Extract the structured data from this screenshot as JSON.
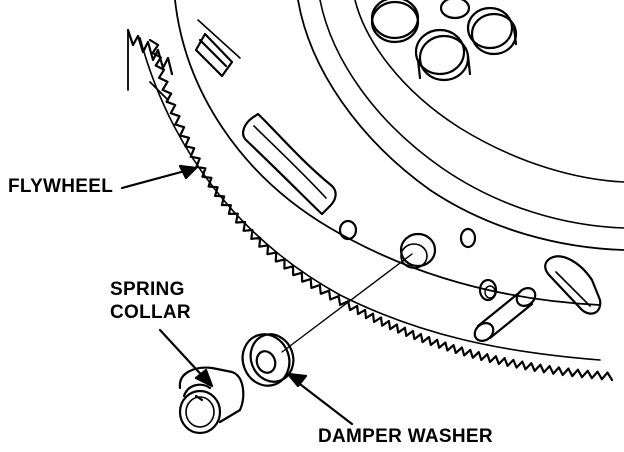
{
  "labels": {
    "flywheel": "FLYWHEEL",
    "spring_collar_line1": "SPRING",
    "spring_collar_line2": "COLLAR",
    "damper_washer": "DAMPER WASHER"
  },
  "colors": {
    "ink": "#000000",
    "paper": "#ffffff"
  }
}
